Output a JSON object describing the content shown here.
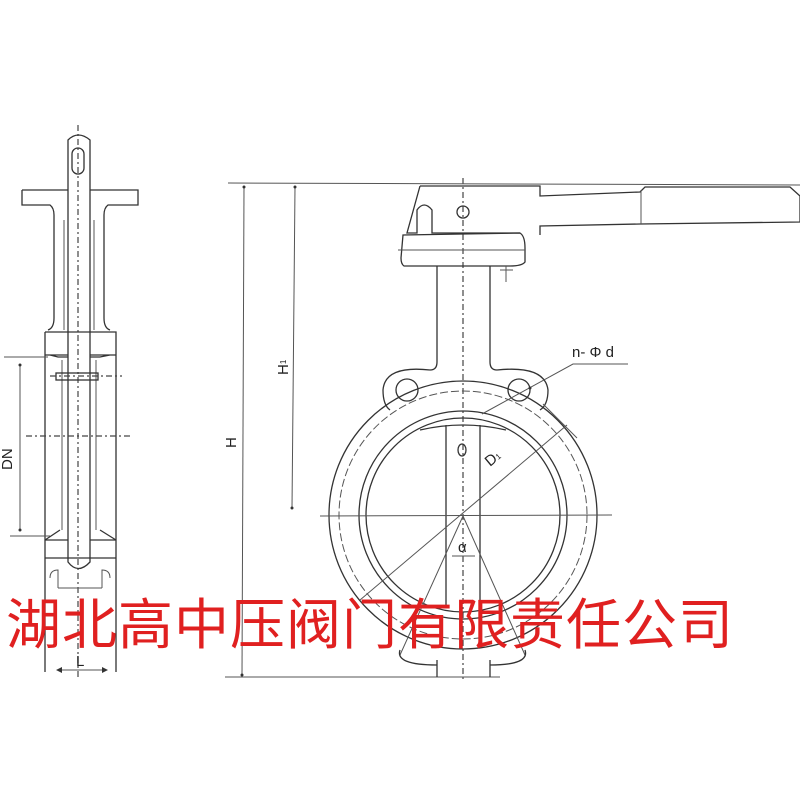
{
  "drawing": {
    "title": "Butterfly valve dimension drawing",
    "labels": {
      "dn": "DN",
      "l": "L",
      "h": "H",
      "h1": "H",
      "h1_sub": "1",
      "d1": "D",
      "d1_sub": "1",
      "bolt_holes": "n- Φ d",
      "angle": "α"
    }
  },
  "watermark": {
    "text": "湖北高中压阀门有限责任公司",
    "color": "#e02020"
  }
}
